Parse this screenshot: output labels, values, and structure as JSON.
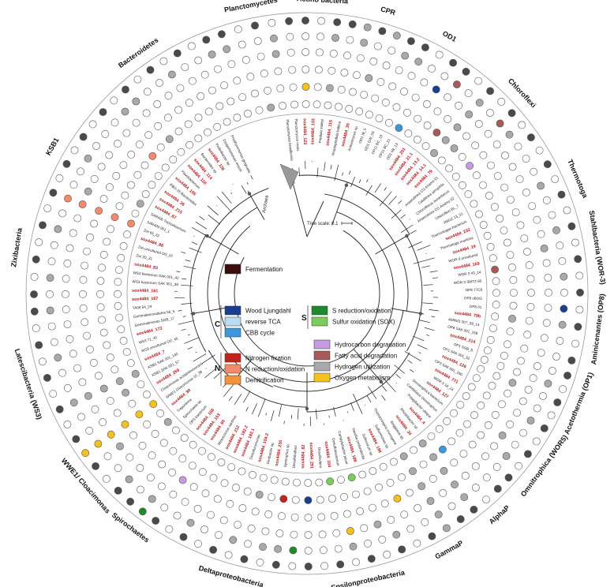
{
  "figure": {
    "phyla": [
      {
        "name": "Planctomycetes"
      },
      {
        "name": "Actino bacteria"
      },
      {
        "name": "CPR"
      },
      {
        "name": "OD1"
      },
      {
        "name": "Chloroflexi"
      },
      {
        "name": "Thermotoga"
      },
      {
        "name": "Stahlbacteria (WOR-3)"
      },
      {
        "name": "Aminicenantes (OP8)"
      },
      {
        "name": "Acetothermia (OP1)"
      },
      {
        "name": "Omnitrophica (WOR5)"
      },
      {
        "name": "AlphaP"
      },
      {
        "name": "GammaP"
      },
      {
        "name": "Epsilonproteobacteria"
      },
      {
        "name": "Deltaproteobacteria"
      },
      {
        "name": "Spirochaetes"
      },
      {
        "name": "WWE1/ Cloacimonas"
      },
      {
        "name": "Latescibacteria (WS3)"
      },
      {
        "name": "Zixibacteria"
      },
      {
        "name": "KSB1"
      },
      {
        "name": "Bacteroidetes"
      }
    ],
    "root_label": "Archaea",
    "scale_label": "Tree scale: 0.1",
    "tips": [
      "Planctomyces brasiliensis",
      "Planctomyces maris",
      "sox4484_123",
      "sox4484_133",
      "Pirellula staleyi",
      "sox4484_115",
      "Rhodopirellula baltica",
      "sox4484_35",
      "Actinomyces sp.",
      "OD1 IB_5",
      "OD1 GW_04",
      "OP11 BC_18",
      "OP11 BC_21",
      "OD1 IIB_13",
      "sox4484_201",
      "sox4484_21.1",
      "sox4484_13.2",
      "sox4484_14.1",
      "sox4484_79",
      "Anaerolinea CG Anamo 01",
      "Caldilinea aerophila",
      "Chloroflexus aurantiacus",
      "Anaerolinea CG Anamo 02",
      "Chloroflexi BL_7",
      "RBG2 13_51",
      "Thermotogae bacterium",
      "sox4484_232",
      "Thermotoga maritima",
      "sox4484_19",
      "WOR-3 uncultured",
      "sox4484_169",
      "WOR 3 43_14",
      "WOR-3 SMTZ-80",
      "OP8 77C8",
      "OP8 sBOG",
      "OP8 01",
      "sox4484_79b",
      "AMINIS 307_58_14",
      "OP8 SAK 001_158",
      "sox4484_214",
      "OP1 SGB_8",
      "OP1 SAK 001_52",
      "sox4484_126",
      "OP3 SAK 001_260",
      "sox4484_771",
      "WOR-5 18_24",
      "sox4484_127",
      "Omnitrophica bacterium",
      "Candidatus Omnitrophus",
      "Pelagibacter ubique",
      "sox4484_4",
      "Rhodobacter sp.",
      "sox4484_34",
      "Beggiatoa sp.",
      "Thiomicrospira crunogena",
      "Sulfurimonas sp.",
      "sox4484_198",
      "Sulfurovum sp.",
      "Nautilia profundicola",
      "sox4484_188",
      "Campylobacter jejuni",
      "Desulfobacterium",
      "sox4484_104",
      "Desulfovibrio",
      "sox4484_291",
      "sox4484_82",
      "Desulfobulbus",
      "Syntrophus sp.",
      "sox4484_230",
      "Geobacter sp.",
      "sox4484_104.2",
      "Desulfuromonas",
      "sox4484_182.1",
      "sox4484_182.2",
      "sox4484_212",
      "Myxococcus xanthus",
      "sox4484_60",
      "sox4484_153",
      "sox4484_158",
      "OP3 bacterium",
      "Spirochaeta sp.",
      "Treponema",
      "sox4484_90",
      "WWE1 Cloacimonas 10_38",
      "Cloacimonas acidaminovorans",
      "sox4484_269",
      "KSB1 SAK 001_57",
      "KSB1 SAK 001_140",
      "sox4484_7",
      "WS3 uncultured OG_45",
      "WS3 71_40",
      "sox4484_173",
      "Gemmatimonas SGB_17",
      "Gemmatimonadetes 56_5",
      "TA06 64_24",
      "sox4484_167",
      "sox4484_161",
      "WS3 bacterium SAK 001_38",
      "WS3 bacterium SAK 001_42",
      "sox4484_83",
      "Zixi 20_31",
      "Zixi uncultured DG_67",
      "sox4484_86",
      "Zixi 65_22",
      "SAR406 001_1",
      "SAR406 Trichodesmium",
      "sox4484_87",
      "sox4484_215",
      "sox4484_36",
      "RBG-16 Bacteroides",
      "sox4484_105",
      "Flavobacterium",
      "sox4484_116",
      "sox4484_114",
      "Bacteroides sp.",
      "sox4484_128",
      "Prolixibacter sp.",
      "Dysgonomonas mossii",
      "Porphyromonas gingivalis"
    ]
  },
  "legend": {
    "top": {
      "label": "Fermentation",
      "color": "#3d0d0d"
    },
    "carbon_letter": "C",
    "carbon": [
      {
        "label": "Wood Ljungdahl",
        "color": "#1b3f8f"
      },
      {
        "label": "reverse TCA",
        "color": "#b9dcf3"
      },
      {
        "label": "CBB cycle",
        "color": "#3d97d8"
      }
    ],
    "sulfur_letter": "S",
    "sulfur": [
      {
        "label": "S reduction/oxidation",
        "color": "#1f8a2b"
      },
      {
        "label": "Sulfur oxidation (SOX)",
        "color": "#7ccc5c"
      }
    ],
    "nitrogen_letter": "N",
    "nitrogen": [
      {
        "label": "Nitrogen fixation",
        "color": "#c42420"
      },
      {
        "label": "N reduction/oxidation",
        "color": "#f28a6b"
      },
      {
        "label": "Denitrification",
        "color": "#f3913d"
      }
    ],
    "other": [
      {
        "label": "Hydrocarbon degradation",
        "color": "#c79be3"
      },
      {
        "label": "Fatty acid degradation",
        "color": "#a85a58"
      },
      {
        "label": "Hydrogen utilization",
        "color": "#a9a9a9"
      },
      {
        "label": "Oxygen metabolism",
        "color": "#f5c21b"
      }
    ]
  }
}
